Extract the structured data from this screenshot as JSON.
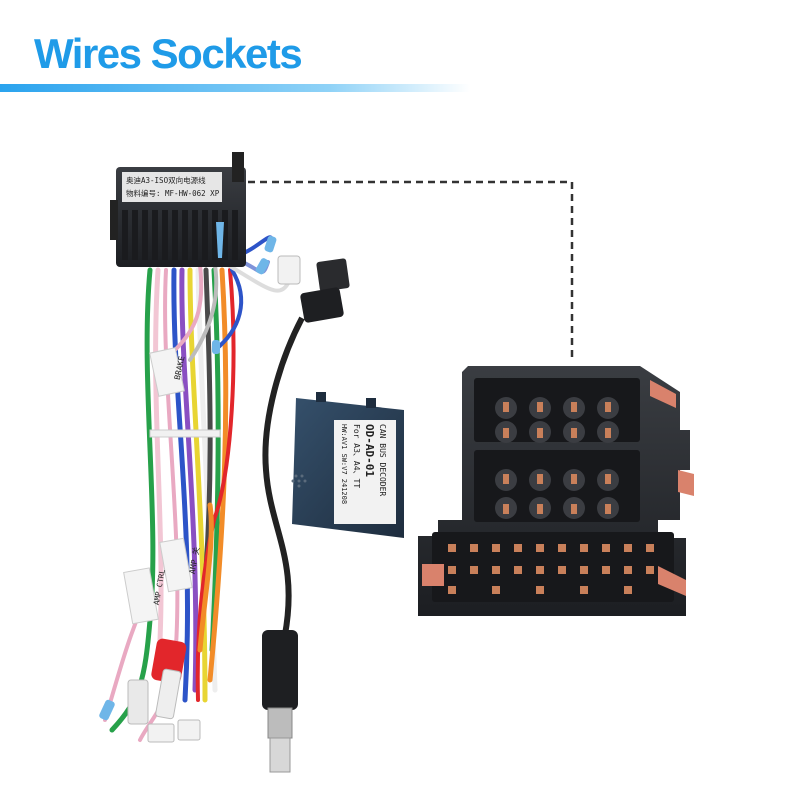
{
  "title": "Wires Sockets",
  "harness_labels": {
    "header_line1": "奥迪A3-ISO双向电源线",
    "header_line2": "物料编号: MF-HW-062 XP",
    "tag_brake": "BRAKE",
    "tag_amp": "AMP 关",
    "tag_amp_ctrl": "AMP CTRL"
  },
  "decoder_labels": {
    "line1": "CAN BUS DECODER",
    "line2": "OD-AD-01",
    "line3": "For A3、A4、TT",
    "line4": "HW:AV1 SW:V7 241208"
  },
  "colors": {
    "accent": "#1f9be8",
    "connector_body": "#2b2e33",
    "decoder_body": "#2a3d52",
    "wire_red": "#e2262b",
    "wire_green": "#27a14a",
    "wire_blue": "#2d54c8"
  }
}
